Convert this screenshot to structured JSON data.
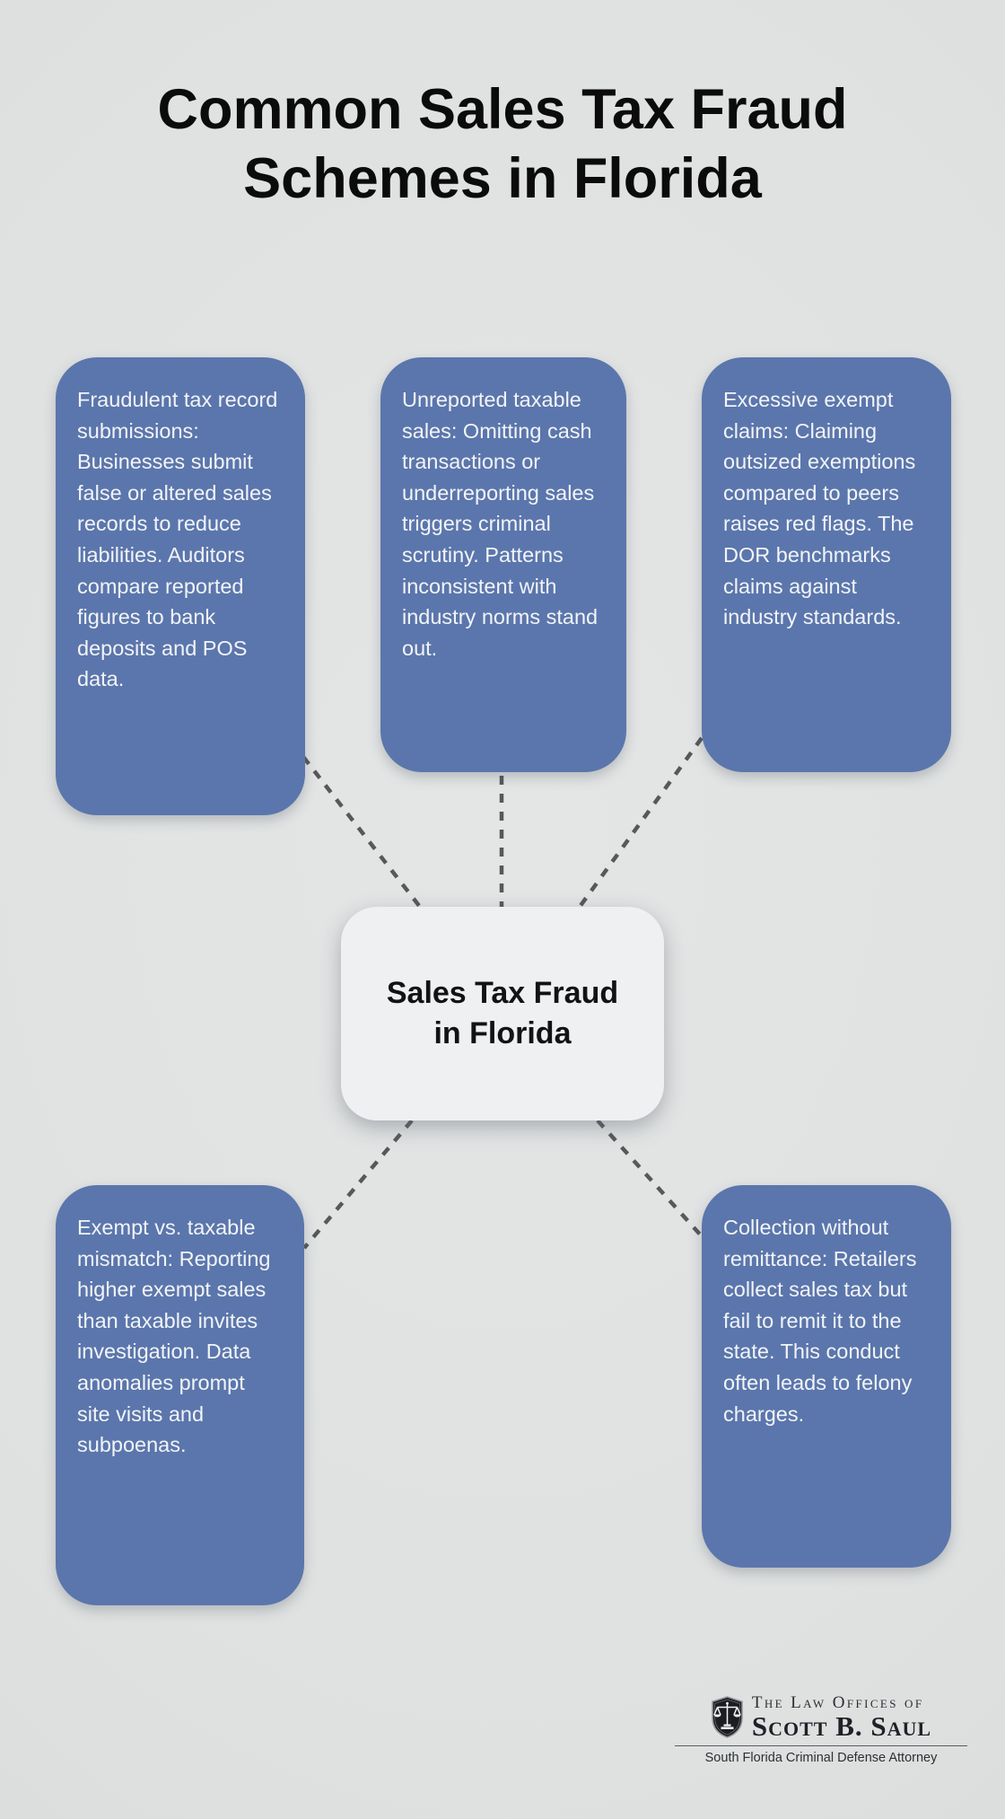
{
  "title": {
    "line1": "Common Sales Tax Fraud",
    "line2": "Schemes in Florida"
  },
  "center_node": {
    "line1": "Sales Tax Fraud",
    "line2": "in Florida"
  },
  "schemes": [
    {
      "id": "fraudulent-tax-record-submissions",
      "text": "Fraudulent tax record submissions: Businesses submit false or altered sales records to reduce liabilities. Auditors compare reported figures to bank deposits and POS data."
    },
    {
      "id": "unreported-taxable-sales",
      "text": "Unreported taxable sales: Omitting cash transactions or underreporting sales triggers criminal scrutiny. Patterns inconsistent with industry norms stand out."
    },
    {
      "id": "excessive-exempt-claims",
      "text": "Excessive exempt claims: Claiming outsized exemptions compared to peers raises red flags. The DOR benchmarks claims against industry standards."
    },
    {
      "id": "exempt-vs-taxable-mismatch",
      "text": "Exempt vs. taxable mismatch: Reporting higher exempt sales than taxable invites investigation. Data anomalies prompt site visits and subpoenas."
    },
    {
      "id": "collection-without-remittance",
      "text": "Collection without remittance: Retailers collect sales tax but fail to remit it to the state. This conduct often leads to felony charges."
    }
  ],
  "logo": {
    "icon": "scales-of-justice-shield-icon",
    "firm_prefix": "The Law Offices of",
    "firm_name": "Scott B. Saul",
    "tagline": "South Florida Criminal Defense Attorney"
  },
  "colors": {
    "background": "#dfe1e1",
    "scheme_box": "#5b76ac",
    "scheme_text": "#f2f4f7",
    "center_box": "#eef0f2",
    "center_text": "#131313",
    "connector": "#56585a",
    "title_text": "#0b0b0b"
  }
}
